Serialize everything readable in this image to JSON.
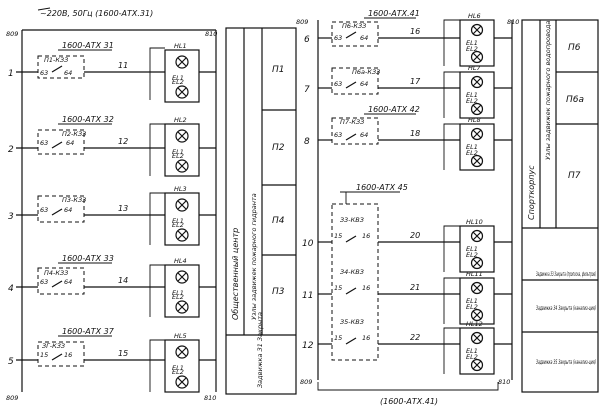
{
  "supply_label": "~220В, 50Гц (1600-АТХ.31)",
  "bus_labels": {
    "left_809": "809",
    "left_810": "810",
    "right_809": "809",
    "right_810": "810",
    "bottom_809": "809",
    "bottom_810": "810",
    "bottom_relay": "(1600-АТХ.41)"
  },
  "left_lines": [
    {
      "num": "1",
      "relay": "1600-АТХ 31",
      "contacts": "П1-КЗЗ",
      "c1": "63",
      "c2": "64",
      "wire": "11",
      "lamp": "HL1",
      "el1": "EL1",
      "el2": "EL2",
      "fuse": ""
    },
    {
      "num": "2",
      "relay": "1600-АТХ 32",
      "contacts": "П2-КЗЗ",
      "c1": "63",
      "c2": "64",
      "wire": "12",
      "lamp": "HL2",
      "el1": "EL1",
      "el2": "EL2",
      "fuse": ""
    },
    {
      "num": "3",
      "relay": "",
      "contacts": "П3-КЗЗ",
      "c1": "63",
      "c2": "64",
      "wire": "13",
      "lamp": "HL3",
      "el1": "EL1",
      "el2": "EL2",
      "fuse": ""
    },
    {
      "num": "4",
      "relay": "1600-АТХ 33",
      "contacts": "П4-КЗЗ",
      "c1": "63",
      "c2": "64",
      "wire": "14",
      "lamp": "HL4",
      "el1": "EL1",
      "el2": "EL2",
      "fuse": ""
    },
    {
      "num": "5",
      "relay": "1600-АТХ 37",
      "contacts": "ЗГ-КЗЗ",
      "c1": "15",
      "c2": "16",
      "wire": "15",
      "lamp": "HL5",
      "el1": "EL1",
      "el2": "EL2",
      "fuse": ""
    }
  ],
  "right_lines": [
    {
      "num": "6",
      "relay": "1600-АТХ.41",
      "contacts": "П6-КЗЗ",
      "c1": "63",
      "c2": "64",
      "wire": "16",
      "lamp": "HL6",
      "el1": "EL1",
      "el2": "EL2"
    },
    {
      "num": "7",
      "relay": "",
      "contacts": "П6а-КЗЗ",
      "c1": "63",
      "c2": "64",
      "wire": "17",
      "lamp": "HL7",
      "el1": "EL1",
      "el2": "EL2"
    },
    {
      "num": "8",
      "relay": "1600-АТХ 42",
      "contacts": "П7-КЗЗ",
      "c1": "63",
      "c2": "64",
      "wire": "18",
      "lamp": "HL8",
      "el1": "EL1",
      "el2": "EL2"
    },
    {
      "num": "10",
      "relay": "1600-АТХ 45",
      "contacts": "З3-КВЗ",
      "c1": "15",
      "c2": "16",
      "wire": "20",
      "lamp": "HL10",
      "el1": "EL1",
      "el2": "EL2"
    },
    {
      "num": "11",
      "relay": "",
      "contacts": "З4-КВЗ",
      "c1": "15",
      "c2": "16",
      "wire": "21",
      "lamp": "HL11",
      "el1": "EL1",
      "el2": "EL2"
    },
    {
      "num": "12",
      "relay": "",
      "contacts": "З5-КВЗ",
      "c1": "15",
      "c2": "16",
      "wire": "22",
      "lamp": "HL12",
      "el1": "EL1",
      "el2": "EL2"
    }
  ],
  "left_panel": {
    "vertical_title": "Общественный центр",
    "vertical_subtitle": "Узлы задвижек пожарного гидранта",
    "cells": [
      "П1",
      "П2",
      "П4",
      "П3"
    ],
    "bottom_cell": "Задвижка З1 Закрыта"
  },
  "right_panel": {
    "vertical_title": "Спорткорпус",
    "vertical_subtitle": "Узлы задвижек пожарного водопровода",
    "cells": [
      "П6",
      "П6а",
      "П7"
    ],
    "lower_cells": [
      "Задвижка З3 Закрыта (пропоска, фильтров)",
      "Задвижка З4 Закрыта (канализ-ция)",
      "Задвижка З5 Закрыта (канализ-ция)"
    ]
  }
}
